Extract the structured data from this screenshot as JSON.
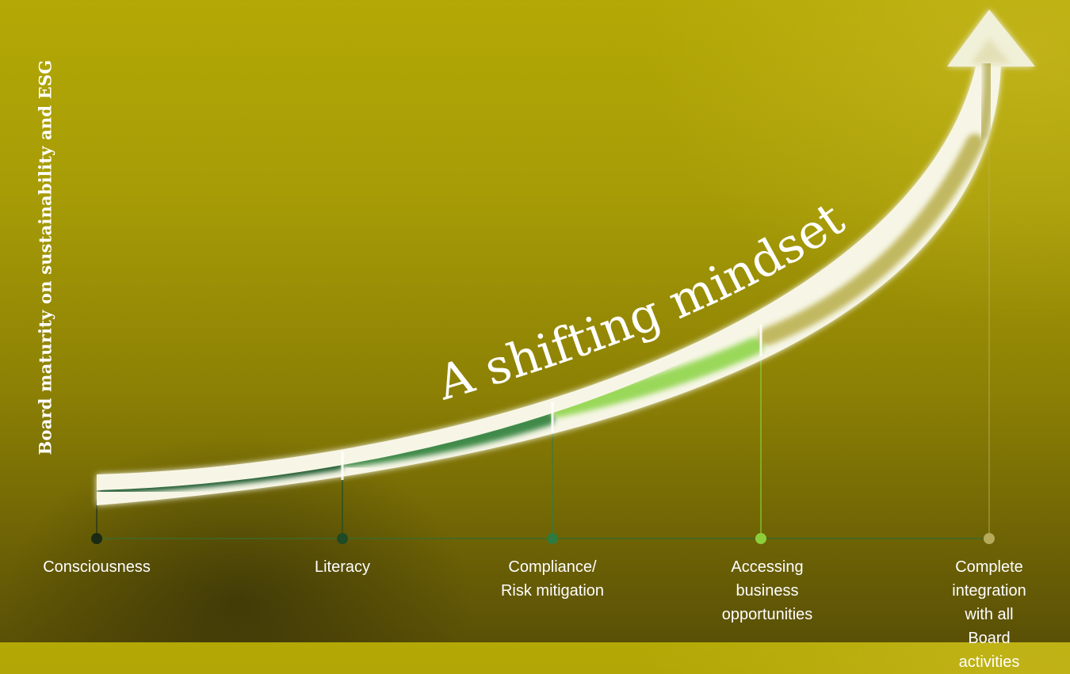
{
  "diagram": {
    "y_axis_label": "Board maturity on sustainability and ESG",
    "arrow_text": "A shifting mindset",
    "stages": [
      {
        "label": "Consciousness",
        "color": "#1e3a1e"
      },
      {
        "label": "Literacy",
        "color": "#1e4a26"
      },
      {
        "label": "Compliance/\nRisk mitigation",
        "color": "#2f7a3e"
      },
      {
        "label": "Accessing\nbusiness\nopportunities",
        "color": "#8ccf3a"
      },
      {
        "label": "Complete\nintegration\nwith all Board\nactivities",
        "color": "#c9bf6a"
      }
    ],
    "colors": {
      "arrow_fill": "#f7f6e6",
      "segment_dark": "#1f5a2e",
      "segment_mid": "#3f8a4a",
      "segment_light": "#9ad85a",
      "segment_gold": "#b8ad4a"
    }
  }
}
